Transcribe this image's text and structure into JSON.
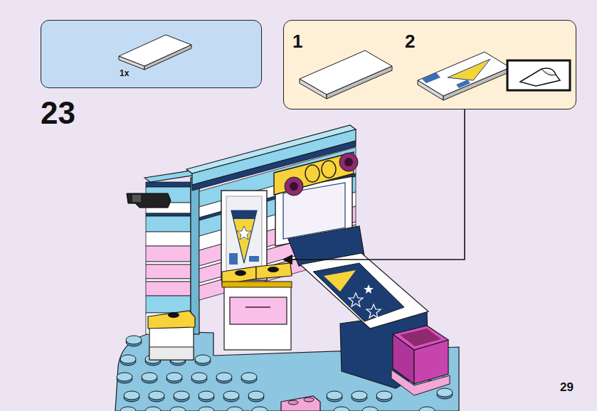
{
  "diagram": {
    "nodes": [
      {
        "text": [
          "1x"
        ]
      },
      {
        "text": [
          "1",
          "2"
        ]
      }
    ],
    "labels": [
      "23",
      "29"
    ]
  }
}
